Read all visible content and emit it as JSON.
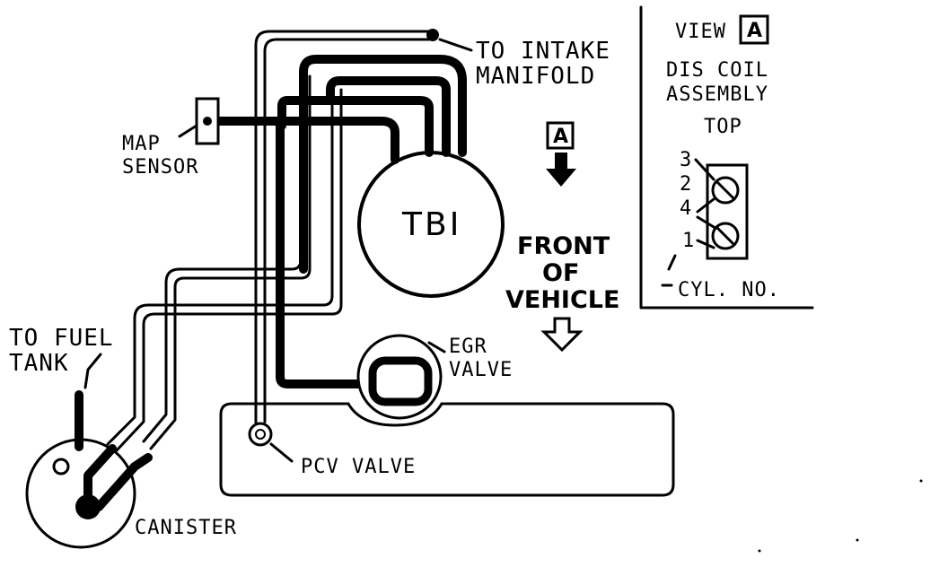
{
  "labels": {
    "to_intake_line1": "TO INTAKE",
    "to_intake_line2": "MANIFOLD",
    "map_line1": "MAP",
    "map_line2": "SENSOR",
    "tbi": "TBI",
    "front_line1": "FRONT",
    "front_line2": "OF",
    "front_line3": "VEHICLE",
    "egr_line1": "EGR",
    "egr_line2": "VALVE",
    "pcv": "PCV VALVE",
    "fuel_line1": "TO FUEL",
    "fuel_line2": "TANK",
    "canister": "CANISTER",
    "view_word": "VIEW",
    "view_letter": "A",
    "dis_line1": "DIS COIL",
    "dis_line2": "ASSEMBLY",
    "top": "TOP",
    "cyl_no": "CYL. NO.",
    "cyl_numbers": [
      "3",
      "2",
      "4",
      "1"
    ],
    "arrow_letter": "A"
  }
}
